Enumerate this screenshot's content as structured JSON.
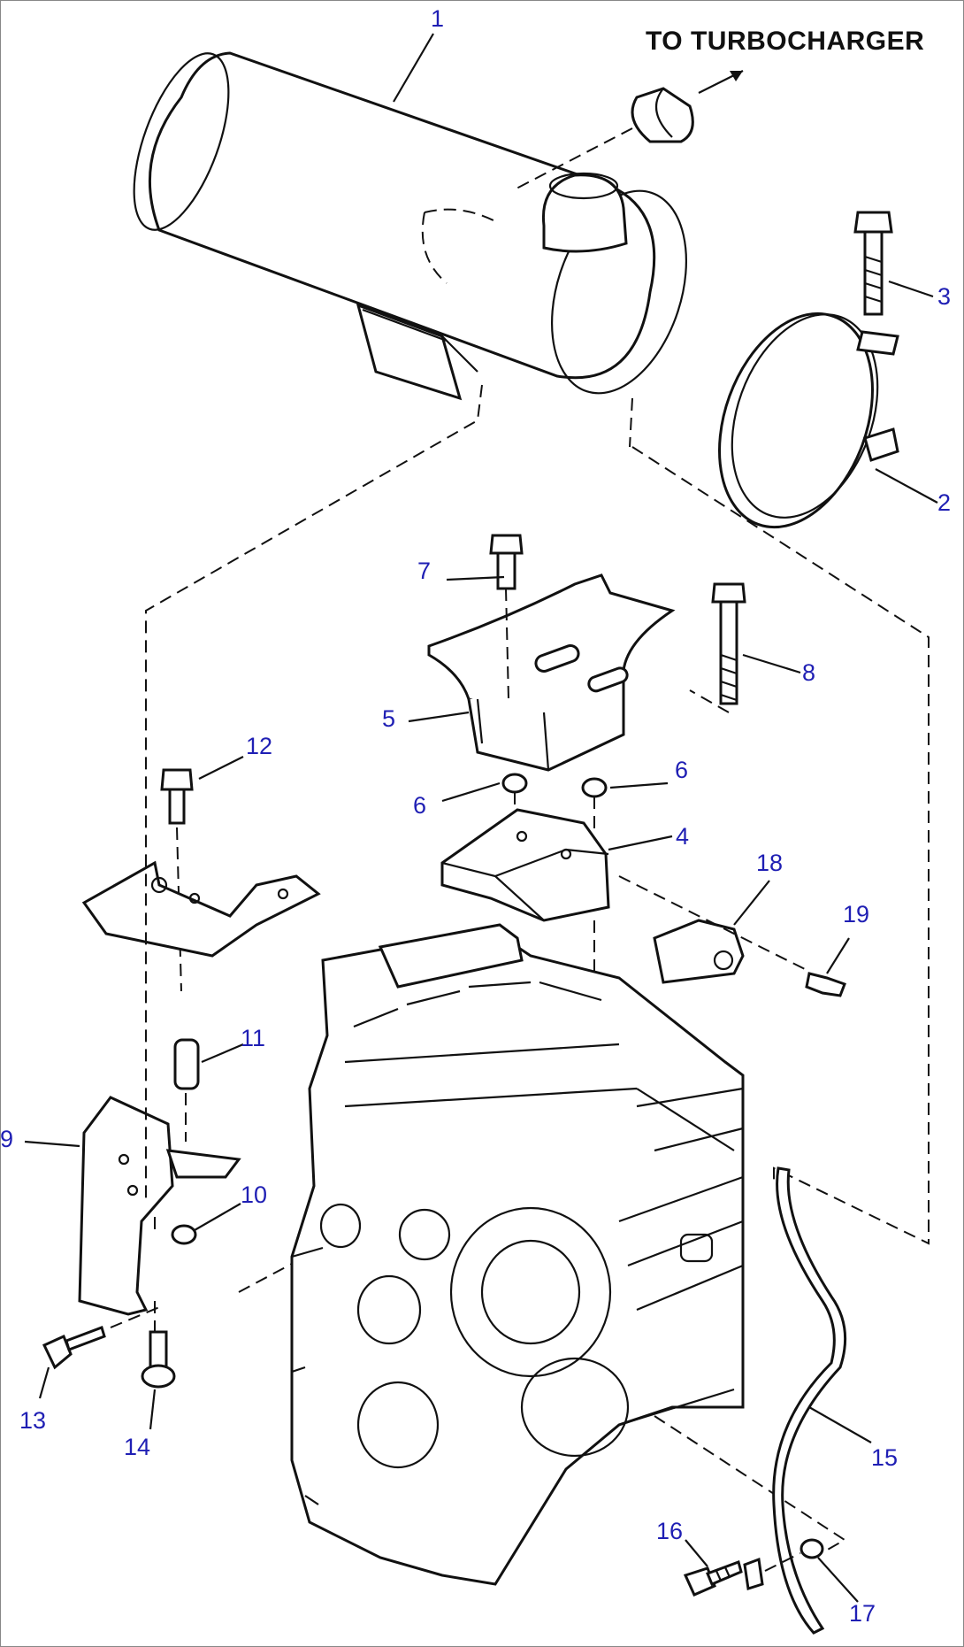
{
  "heading": "TO TURBOCHARGER",
  "callouts": {
    "c1": "1",
    "c2": "2",
    "c3": "3",
    "c4": "4",
    "c5": "5",
    "c6a": "6",
    "c6b": "6",
    "c7": "7",
    "c8": "8",
    "c9": "9",
    "c10": "10",
    "c11": "11",
    "c12": "12",
    "c13": "13",
    "c14": "14",
    "c15": "15",
    "c16": "16",
    "c17": "17",
    "c18": "18",
    "c19": "19"
  },
  "colors": {
    "callout": "#1f1fb4",
    "line": "#111111",
    "background": "#ffffff"
  }
}
